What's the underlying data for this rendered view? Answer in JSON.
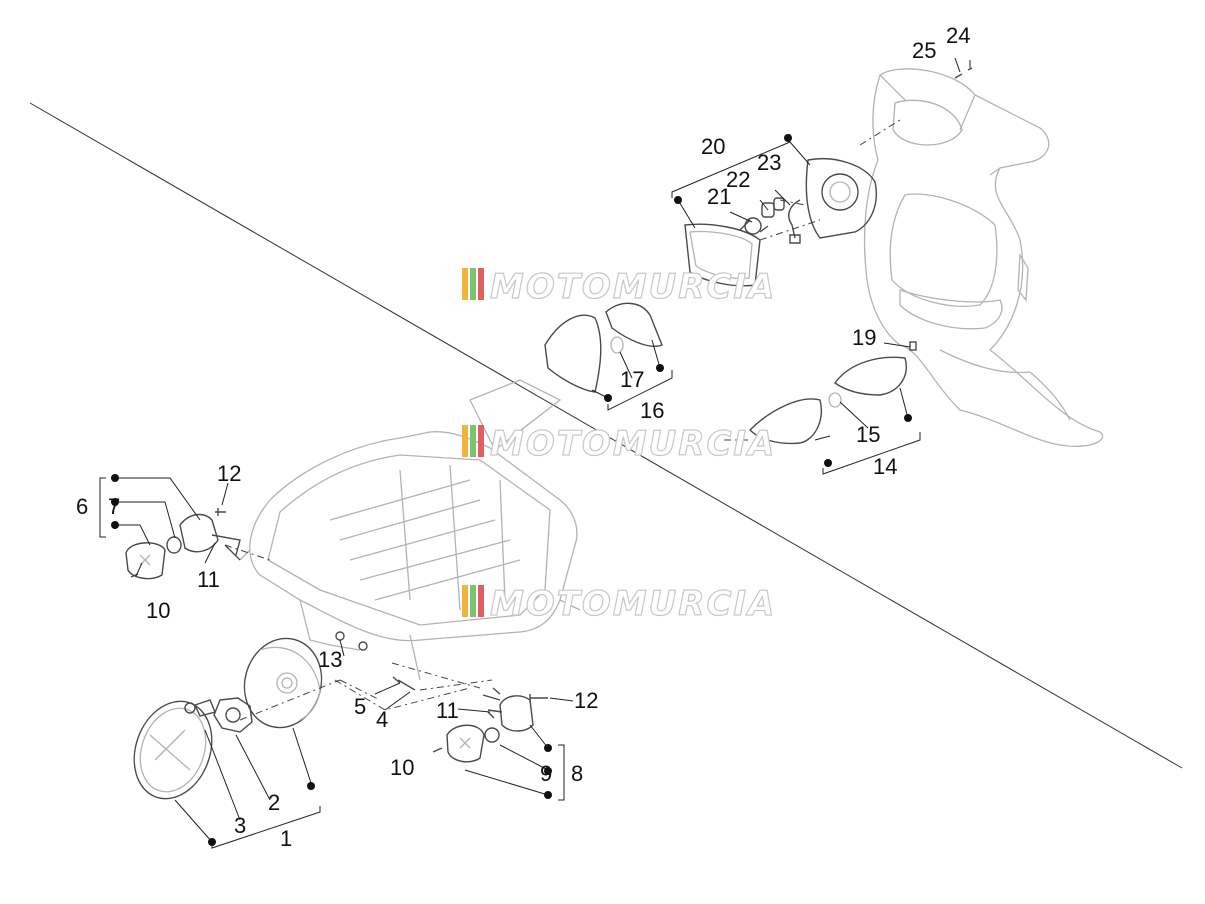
{
  "diagram": {
    "watermark_text": "MOTOMURCIA",
    "watermark_colors": [
      "#f0b43c",
      "#7ec26f",
      "#e06060"
    ],
    "callouts": {
      "c1": "1",
      "c2": "2",
      "c3": "3",
      "c4": "4",
      "c5": "5",
      "c6": "6",
      "c7": "7",
      "c8": "8",
      "c9": "9",
      "c10a": "10",
      "c10b": "10",
      "c11a": "11",
      "c11b": "11",
      "c12a": "12",
      "c12b": "12",
      "c13": "13",
      "c14": "14",
      "c15": "15",
      "c16": "16",
      "c17": "17",
      "c19": "19",
      "c20": "20",
      "c21": "21",
      "c22": "22",
      "c23": "23",
      "c24": "24",
      "c25": "25"
    }
  }
}
